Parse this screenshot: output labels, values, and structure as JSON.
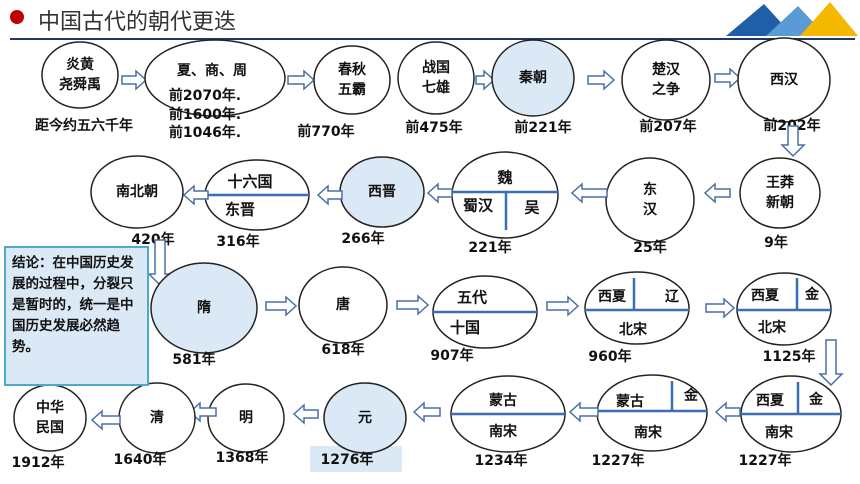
{
  "header": {
    "title": "中国古代的朝代更迭"
  },
  "conclusion": "结论：在中国历史发展的过程中，分裂只是暂时的，统一是中国历史发展必然趋势。",
  "nodes": {
    "yanhuang": {
      "lines": [
        "炎黄",
        "尧舜禹"
      ],
      "date": "距今约五六千年"
    },
    "xiashangzhou": {
      "lines": [
        "夏、商、周",
        "前2070年.",
        "前1600年.",
        "前1046年."
      ]
    },
    "chunqiu": {
      "lines": [
        "春秋",
        "五霸"
      ],
      "date": "前770年"
    },
    "zhanguo": {
      "lines": [
        "战国",
        "七雄"
      ],
      "date": "前475年"
    },
    "qin": {
      "lines": [
        "秦朝"
      ],
      "date": "前221年"
    },
    "chuhan": {
      "lines": [
        "楚汉",
        "之争"
      ],
      "date": "前207年"
    },
    "xihan": {
      "lines": [
        "西汉"
      ],
      "date": "前202年"
    },
    "wangmang": {
      "lines": [
        "王莽",
        "新朝"
      ],
      "date": "9年"
    },
    "donghan": {
      "lines": [
        "东",
        "汉"
      ],
      "date": "25年"
    },
    "sanguo": {
      "top": "魏",
      "left": "蜀汉",
      "right": "吴",
      "date": "221年"
    },
    "xijin": {
      "lines": [
        "西晋"
      ],
      "date": "266年"
    },
    "shiliuguo": {
      "top": "十六国",
      "bottom": "东晋",
      "date": "316年"
    },
    "nanbei": {
      "lines": [
        "南北朝"
      ],
      "date": "420年"
    },
    "sui": {
      "lines": [
        "隋"
      ],
      "date": "581年"
    },
    "tang": {
      "lines": [
        "唐"
      ],
      "date": "618年"
    },
    "wudai": {
      "top": "五代",
      "bottom": "十国",
      "date": "907年"
    },
    "liao_song": {
      "left": "西夏",
      "right": "辽",
      "bottom": "北宋",
      "date": "960年"
    },
    "jin_song": {
      "left": "西夏",
      "right": "金",
      "bottom": "北宋",
      "date": "1125年"
    },
    "xixia_nan": {
      "left": "西夏",
      "right": "金",
      "bottom": "南宋",
      "date": "1227年"
    },
    "menggu_jin": {
      "left": "蒙古",
      "right": "金",
      "bottom": "南宋",
      "date": "1227年"
    },
    "menggu_nan": {
      "top": "蒙古",
      "bottom": "南宋",
      "date": "1234年"
    },
    "yuan": {
      "lines": [
        "元"
      ],
      "date": "1276年"
    },
    "ming": {
      "lines": [
        "明"
      ],
      "date": "1368年"
    },
    "qing": {
      "lines": [
        "清"
      ],
      "date": "1640年"
    },
    "minguo": {
      "lines": [
        "中华",
        "民国"
      ],
      "date": "1912年"
    }
  }
}
